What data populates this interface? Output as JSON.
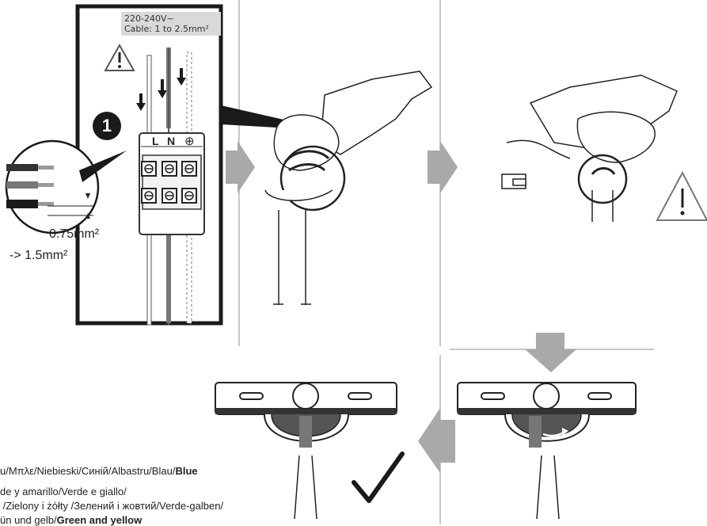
{
  "spec_box": {
    "line1": "220-240V~",
    "line2": "Cable: 1 to 2.5mm²"
  },
  "terminals": {
    "L": "L",
    "N": "N",
    "earth_symbol": "⊕"
  },
  "step_badge": "1",
  "wire_sizes": {
    "min": "0.75mm²",
    "max": "-> 1.5mm²"
  },
  "legend": {
    "blue_prefix": "u/Μπλε/Niebieski/Синій/Albastru/Blau/",
    "blue_bold": "Blue",
    "gy_line1": "de y amarillo/Verde e giallo/",
    "gy_line2": " /Zielony i żółty /Зелений і жовтий/Verde-galben/",
    "gy_line3_prefix": "ün und gelb/",
    "gy_line3_bold": "Green and yellow"
  },
  "colors": {
    "arrow_gray": "#a9a9a9",
    "divider": "#c8c8c8",
    "dark": "#1a1a1a"
  }
}
